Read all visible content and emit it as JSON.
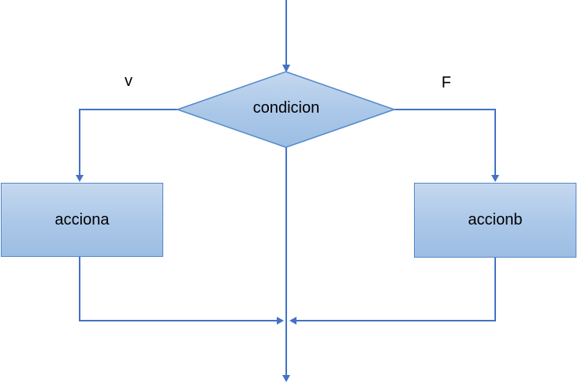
{
  "flowchart": {
    "decision": {
      "label": "condicion"
    },
    "branch_true": {
      "label": "v"
    },
    "branch_false": {
      "label": "F"
    },
    "action_a": {
      "label": "acciona"
    },
    "action_b": {
      "label": "accionb"
    },
    "colors": {
      "connector": "#4472c4",
      "shape_border": "#5388ca",
      "shape_fill_top": "#c5d8ef",
      "shape_fill_bottom": "#9cbee3",
      "text": "#000000"
    }
  }
}
